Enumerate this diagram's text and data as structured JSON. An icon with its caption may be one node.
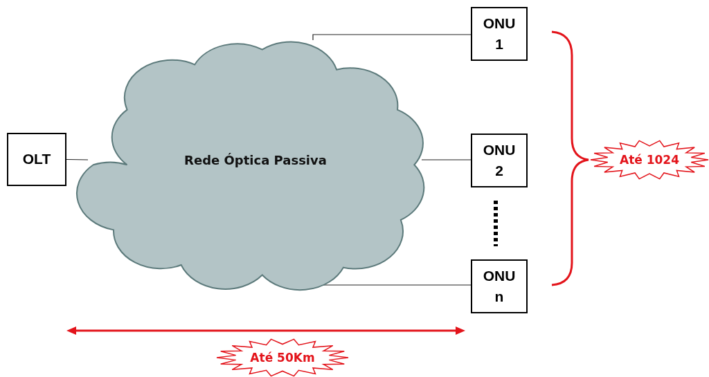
{
  "diagram": {
    "nodes": [
      {
        "text": [
          "OLT"
        ]
      },
      {
        "text": [
          "Rede Óptica Passiva"
        ]
      },
      {
        "text": [
          "ONU 1"
        ]
      },
      {
        "text": [
          "ONU 2"
        ]
      },
      {
        "text": [
          "ONU n"
        ]
      },
      {
        "text": [
          "Até 1024"
        ]
      },
      {
        "text": [
          "Até 50Km"
        ]
      }
    ],
    "edges": [
      {
        "from": 0,
        "to": 1,
        "arrow": "none"
      },
      {
        "from": 1,
        "to": 2,
        "arrow": "none"
      },
      {
        "from": 1,
        "to": 3,
        "arrow": "none"
      },
      {
        "from": 1,
        "to": 4,
        "arrow": "none"
      }
    ]
  }
}
